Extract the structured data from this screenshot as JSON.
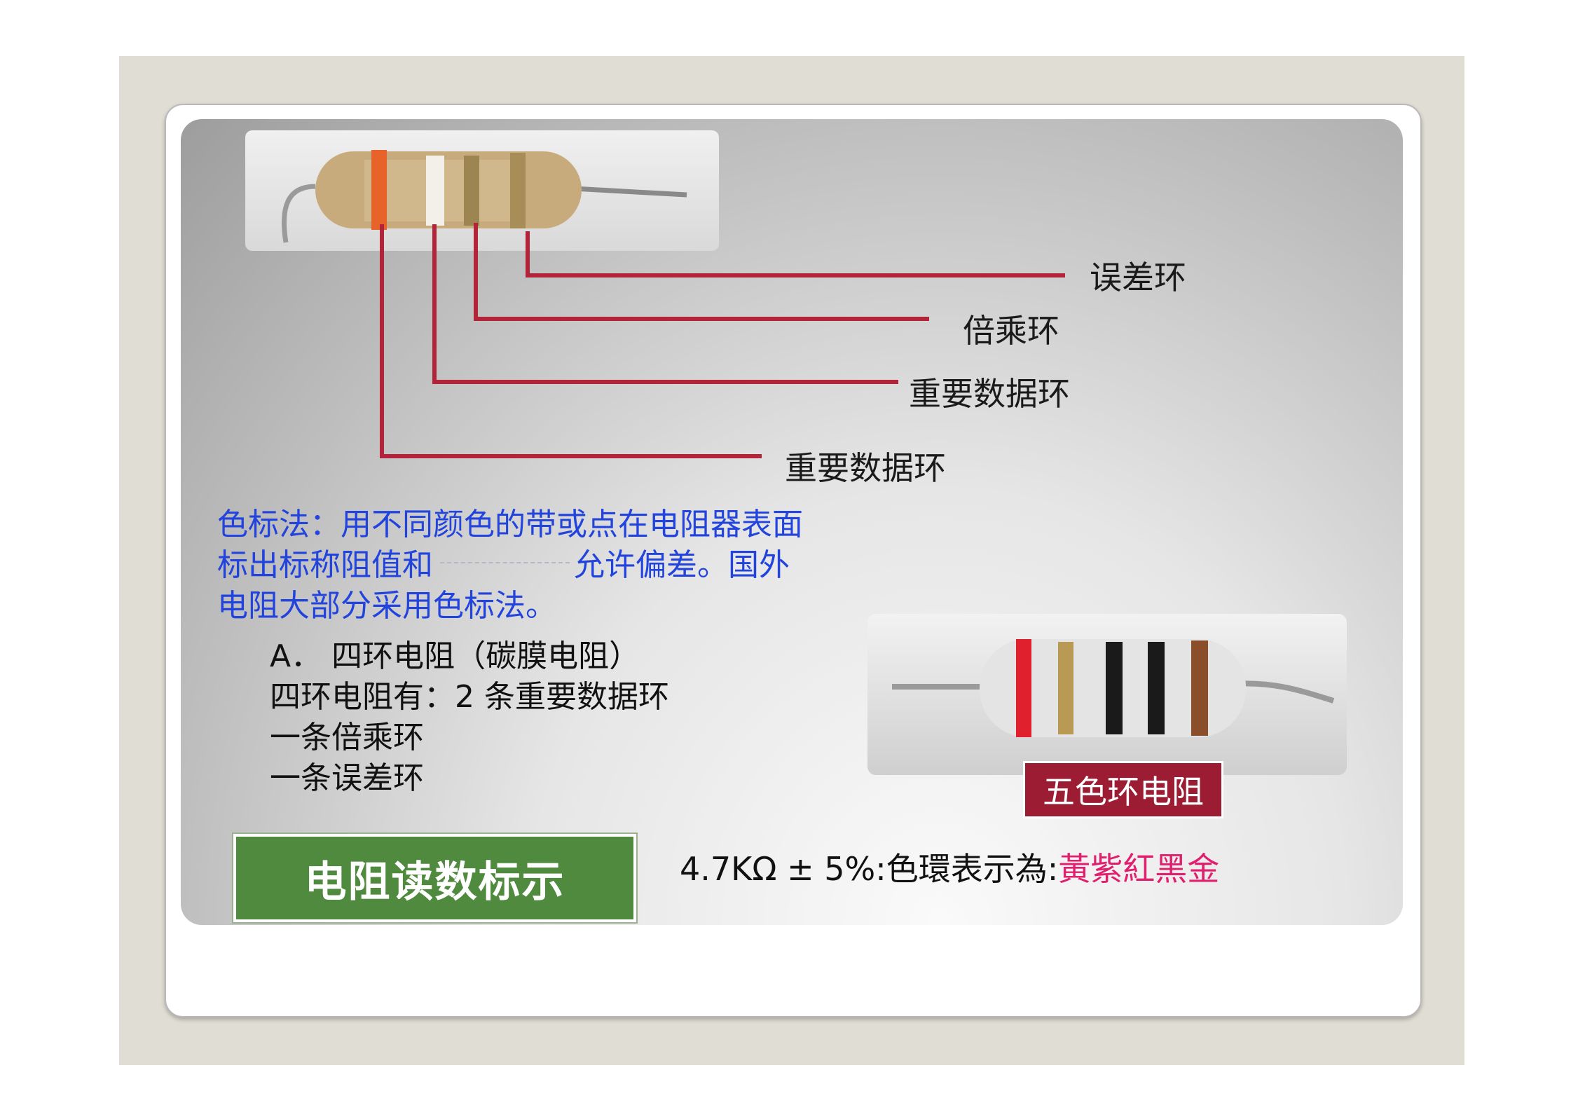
{
  "labels": {
    "error_ring": "误差环",
    "multiplier_ring": "倍乘环",
    "data_ring_1": "重要数据环",
    "data_ring_2": "重要数据环"
  },
  "description": {
    "line1": "色标法：用不同颜色的带或点在电阻器表面",
    "line2_a": "标出标称阻值和",
    "line2_b": "允许偏差。国外",
    "line3": "电阻大部分采用色标法。"
  },
  "four_band": {
    "heading": "A． 四环电阻（碳膜电阻）",
    "line1": "四环电阻有：2 条重要数据环",
    "line2": "一条倍乘环",
    "line3": "一条误差环"
  },
  "five_band_label": "五色环电阻",
  "title_box": "电阻读数标示",
  "formula": {
    "prefix": "4.7KΩ ± 5%:色環表示為:",
    "colors": "黃紫紅黑金"
  },
  "colors": {
    "leader_line": "#b2243a",
    "description_text": "#2244dd",
    "title_box_bg": "#4f8a3e",
    "label_box_bg": "#9c1c33",
    "highlight_text": "#e0206e"
  }
}
